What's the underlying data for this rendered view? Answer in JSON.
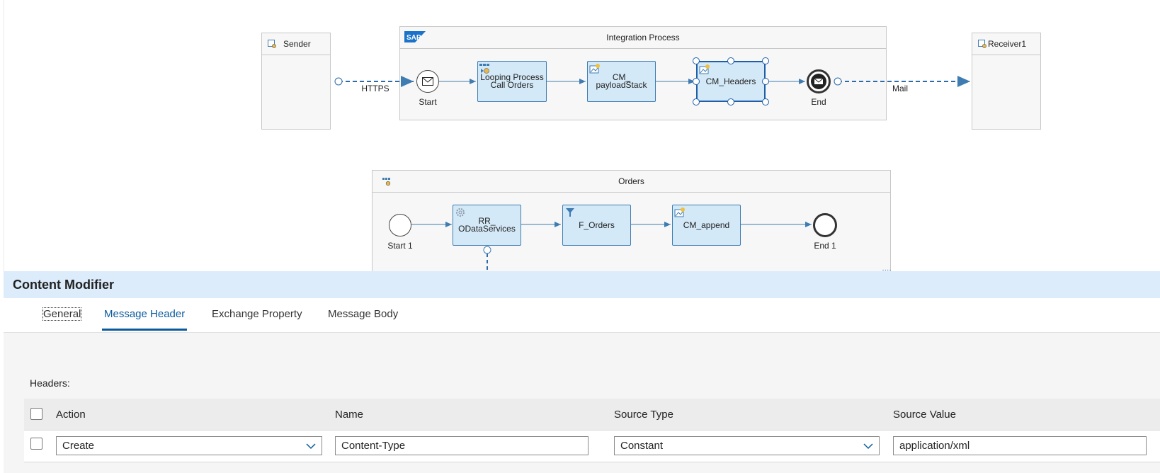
{
  "diagram": {
    "integration_process_title": "Integration Process",
    "sender_label": "Sender",
    "receiver_label": "Receiver1",
    "https_label": "HTTPS",
    "mail_label": "Mail",
    "start_label": "Start",
    "end_label": "End",
    "looping_step_label": "Looping Process Call Orders",
    "cm_payload_label": "CM_ payloadStack",
    "cm_headers_label": "CM_Headers",
    "orders_title": "Orders",
    "start1_label": "Start 1",
    "end1_label": "End 1",
    "rr_odata_label": "RR_ ODataServices",
    "f_orders_label": "F_Orders",
    "cm_append_label": "CM_append"
  },
  "panel": {
    "title": "Content Modifier",
    "tabs": [
      {
        "label": "General"
      },
      {
        "label": "Message Header"
      },
      {
        "label": "Exchange Property"
      },
      {
        "label": "Message Body"
      }
    ],
    "active_tab": "Message Header",
    "headers_label": "Headers:",
    "columns": [
      "Action",
      "Name",
      "Source Type",
      "Source Value"
    ],
    "rows": [
      {
        "action": "Create",
        "name": "Content-Type",
        "source_type": "Constant",
        "source_value": "application/xml"
      }
    ]
  },
  "colors": {
    "accent": "#0a5a9c",
    "step_fill": "#d4e9f7",
    "step_border": "#3e7cb1",
    "title_bar": "#dcecfb"
  }
}
